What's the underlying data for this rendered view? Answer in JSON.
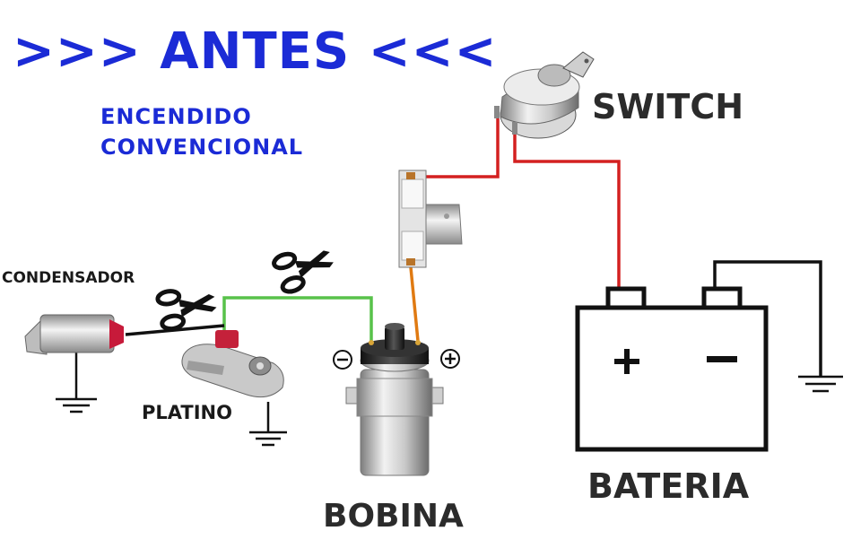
{
  "title": ">>> ANTES <<<",
  "subtitle_line1": "ENCENDIDO",
  "subtitle_line2": "CONVENCIONAL",
  "labels": {
    "switch": "SWITCH",
    "condensador": "CONDENSADOR",
    "platino": "PLATINO",
    "bobina": "BOBINA",
    "bateria": "BATERIA"
  },
  "colors": {
    "title": "#1b2bd6",
    "wire_red": "#d42020",
    "wire_green": "#58c24a",
    "wire_orange": "#e07a12",
    "wire_black": "#111111"
  },
  "icons": [
    "scissors-icon",
    "ground-icon",
    "ignition-switch-icon",
    "ballast-resistor-icon",
    "condenser-icon",
    "breaker-points-icon",
    "ignition-coil-icon",
    "battery-icon"
  ]
}
